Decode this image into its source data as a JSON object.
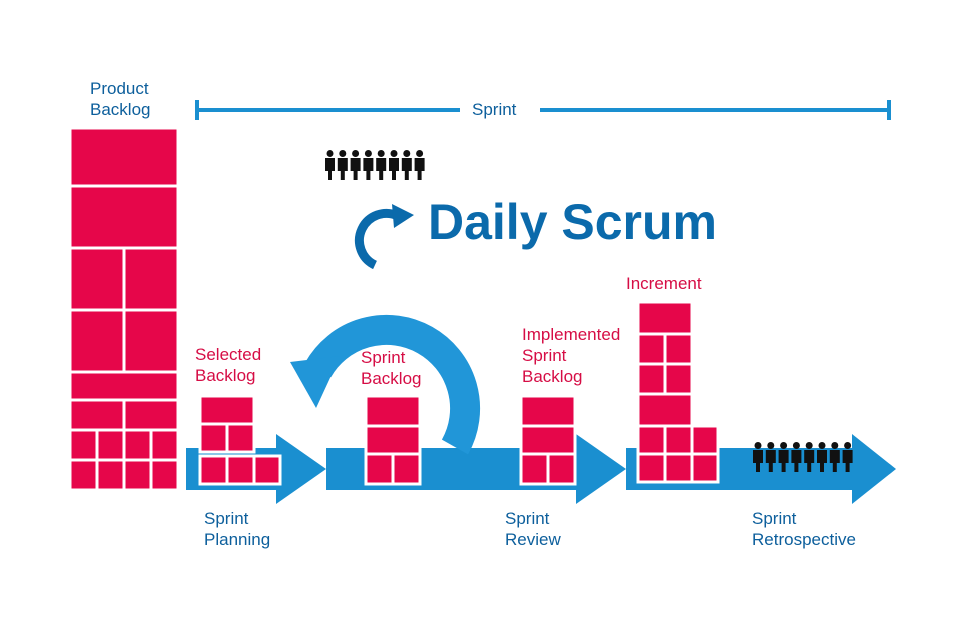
{
  "title": "Daily Scrum",
  "sprint_label": "Sprint",
  "colors": {
    "blue": "#0b6aab",
    "arrow_blue": "#1a8fd0",
    "loop_blue": "#2196d8",
    "red": "#e6064a",
    "text_blue": "#0d5f9c",
    "text_red": "#d60d45",
    "people": "#111111"
  },
  "labels": {
    "product_backlog": [
      "Product",
      "Backlog"
    ],
    "selected_backlog": [
      "Selected",
      "Backlog"
    ],
    "sprint_backlog": [
      "Sprint",
      "Backlog"
    ],
    "implemented_backlog": [
      "Implemented",
      "Sprint",
      "Backlog"
    ],
    "increment": "Increment",
    "sprint_planning": [
      "Sprint",
      "Planning"
    ],
    "sprint_review": [
      "Sprint",
      "Review"
    ],
    "sprint_retrospective": [
      "Sprint",
      "Retrospective"
    ]
  },
  "icons": {
    "team_top": "people-group-icon",
    "team_bottom": "people-group-icon",
    "cycle": "circular-arrow-icon"
  },
  "team_size": 8
}
